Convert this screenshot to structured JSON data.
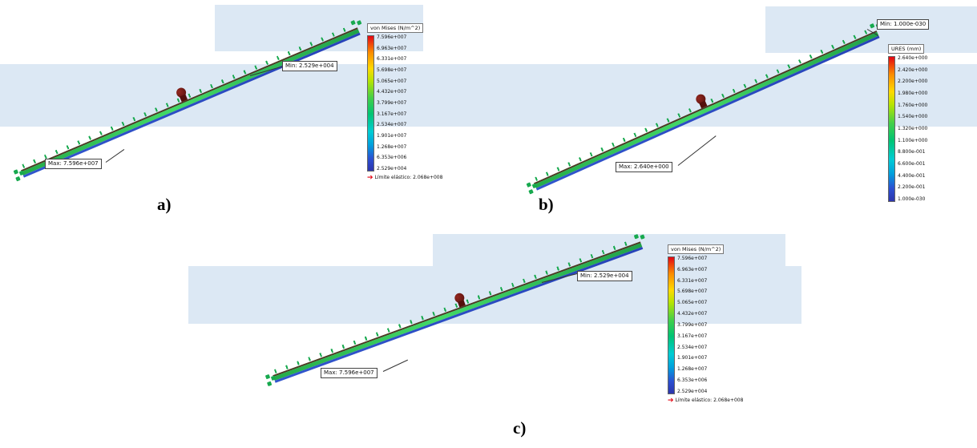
{
  "figure": {
    "panels": [
      {
        "id": "a",
        "caption": "a)",
        "legend": {
          "title": "von Mises (N/m^2)",
          "values": [
            "7.596e+007",
            "6.963e+007",
            "6.331e+007",
            "5.698e+007",
            "5.065e+007",
            "4.432e+007",
            "3.799e+007",
            "3.167e+007",
            "2.534e+007",
            "1.901e+007",
            "1.268e+007",
            "6.353e+006",
            "2.529e+004"
          ],
          "footer": "Límite elástico: 2.068e+008"
        },
        "callouts": {
          "min": "Min: 2.529e+004",
          "max": "Max: 7.596e+007"
        }
      },
      {
        "id": "b",
        "caption": "b)",
        "legend": {
          "title": "URES (mm)",
          "values": [
            "2.640e+000",
            "2.420e+000",
            "2.200e+000",
            "1.980e+000",
            "1.760e+000",
            "1.540e+000",
            "1.320e+000",
            "1.100e+000",
            "8.800e-001",
            "6.600e-001",
            "4.400e-001",
            "2.200e-001",
            "1.000e-030"
          ]
        },
        "callouts": {
          "min": "Min: 1.000e-030",
          "max": "Max: 2.640e+000"
        }
      },
      {
        "id": "c",
        "caption": "c)",
        "legend": {
          "title": "von Mises (N/m^2)",
          "values": [
            "7.596e+007",
            "6.963e+007",
            "6.331e+007",
            "5.698e+007",
            "5.065e+007",
            "4.432e+007",
            "3.799e+007",
            "3.167e+007",
            "2.534e+007",
            "1.901e+007",
            "1.268e+007",
            "6.353e+006",
            "2.529e+004"
          ],
          "footer": "Límite elástico: 2.068e+008"
        },
        "callouts": {
          "min": "Min: 2.529e+004",
          "max": "Max: 7.596e+007"
        }
      }
    ],
    "colors": {
      "background_band": "#dce8f4",
      "fixture_green": "#17a94e",
      "load_maroon": "#54100c",
      "yield_red": "#e30613",
      "scale_top": "#e30613",
      "scale_bottom": "#2d35ac"
    }
  }
}
